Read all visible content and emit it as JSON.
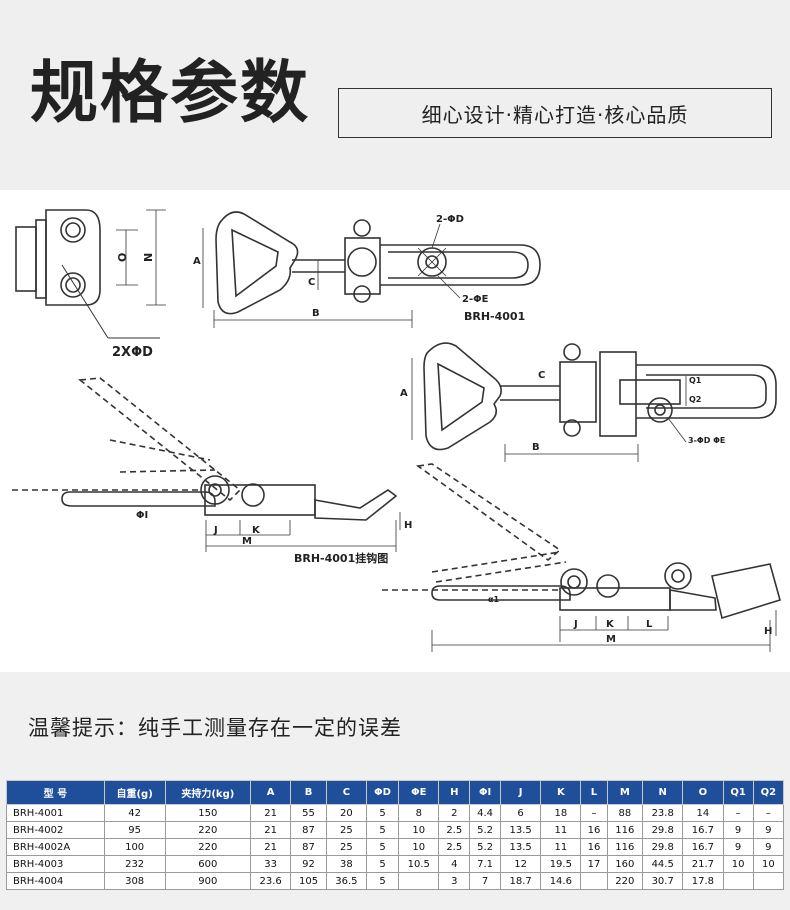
{
  "header": {
    "title": "规格参数",
    "slogan": "细心设计·精心打造·核心品质"
  },
  "drawing": {
    "labels": {
      "phi_d_2x": "2XΦD",
      "phi_d_2": "2-ΦD",
      "phi_e_2": "2-ΦE",
      "model_4001": "BRH-4001",
      "hook_diagram": "BRH-4001挂钩图",
      "phi_d_e_3": "3-ΦD ΦE",
      "phi_i": "ΦI",
      "a": "A",
      "b": "B",
      "c": "C",
      "n": "N",
      "o": "O",
      "j": "J",
      "k": "K",
      "l": "L",
      "m": "M",
      "h": "H",
      "q1": "Q1",
      "q2": "Q2",
      "alpha": "α1"
    }
  },
  "note": "温馨提示：纯手工测量存在一定的误差",
  "table": {
    "headers": [
      "型 号",
      "自重(g)",
      "夹持力(kg)",
      "A",
      "B",
      "C",
      "ΦD",
      "ΦE",
      "H",
      "ΦI",
      "J",
      "K",
      "L",
      "M",
      "N",
      "O",
      "Q1",
      "Q2"
    ],
    "rows": [
      [
        "BRH-4001",
        "42",
        "150",
        "21",
        "55",
        "20",
        "5",
        "8",
        "2",
        "4.4",
        "6",
        "18",
        "–",
        "88",
        "23.8",
        "14",
        "–",
        "–"
      ],
      [
        "BRH-4002",
        "95",
        "220",
        "21",
        "87",
        "25",
        "5",
        "10",
        "2.5",
        "5.2",
        "13.5",
        "11",
        "16",
        "116",
        "29.8",
        "16.7",
        "9",
        "9"
      ],
      [
        "BRH-4002A",
        "100",
        "220",
        "21",
        "87",
        "25",
        "5",
        "10",
        "2.5",
        "5.2",
        "13.5",
        "11",
        "16",
        "116",
        "29.8",
        "16.7",
        "9",
        "9"
      ],
      [
        "BRH-4003",
        "232",
        "600",
        "33",
        "92",
        "38",
        "5",
        "10.5",
        "4",
        "7.1",
        "12",
        "19.5",
        "17",
        "160",
        "44.5",
        "21.7",
        "10",
        "10"
      ],
      [
        "BRH-4004",
        "308",
        "900",
        "23.6",
        "105",
        "36.5",
        "5",
        "",
        "3",
        "7",
        "18.7",
        "14.6",
        "",
        "220",
        "30.7",
        "17.8",
        "",
        ""
      ]
    ]
  }
}
